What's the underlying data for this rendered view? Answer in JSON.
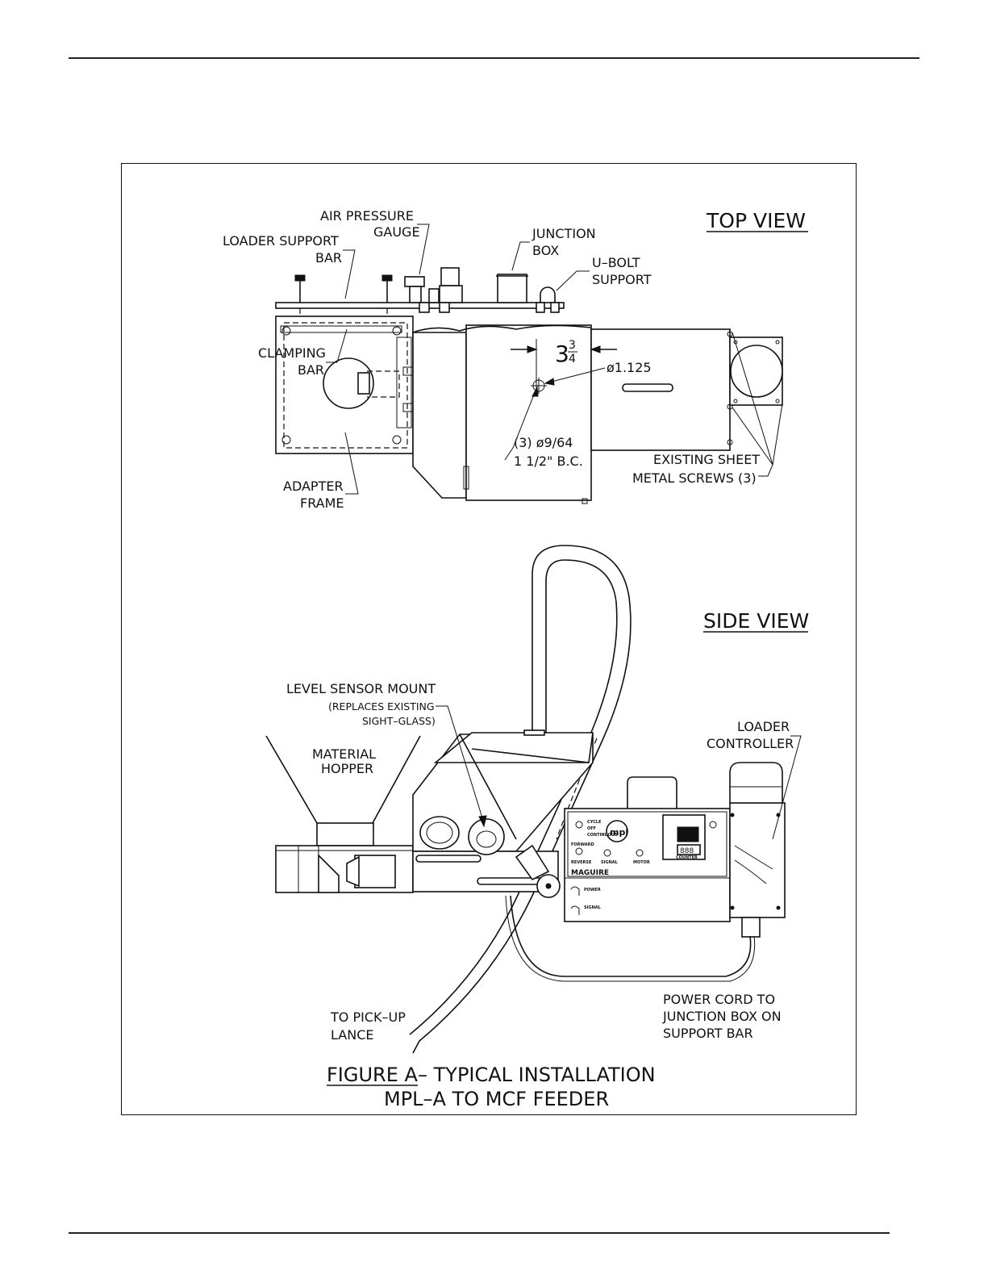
{
  "figure": {
    "caption_line1": "FIGURE A",
    "caption_line1_rest": " – TYPICAL INSTALLATION",
    "caption_line2": "MPL–A TO MCF FEEDER"
  },
  "top_view": {
    "title": "TOP VIEW",
    "labels": {
      "air_pressure_1": "AIR PRESSURE",
      "air_pressure_2": "GAUGE",
      "loader_support_1": "LOADER SUPPORT",
      "loader_support_2": "BAR",
      "junction_1": "JUNCTION",
      "junction_2": "BOX",
      "ubolt_1": "U–BOLT",
      "ubolt_2": "SUPPORT",
      "clamping_1": "CLAMPING",
      "clamping_2": "BAR",
      "adapter_1": "ADAPTER",
      "adapter_2": "FRAME",
      "holes_1": "(3) ø9/64",
      "holes_2": "1 1/2\" B.C.",
      "existing_1": "EXISTING SHEET",
      "existing_2": "METAL SCREWS (3)",
      "diameter": "ø1.125",
      "dim_whole": "3",
      "dim_num": "3",
      "dim_den": "4"
    }
  },
  "side_view": {
    "title": "SIDE VIEW",
    "labels": {
      "level_1": "LEVEL SENSOR MOUNT",
      "level_2": "(REPLACES EXISTING",
      "level_3": "SIGHT–GLASS)",
      "hopper_1": "MATERIAL",
      "hopper_2": "HOPPER",
      "controller_1": "LOADER",
      "controller_2": "CONTROLLER",
      "power_1": "POWER CORD TO",
      "power_2": "JUNCTION BOX ON",
      "power_3": "SUPPORT BAR",
      "pickup_1": "TO PICK–UP",
      "pickup_2": "LANCE"
    },
    "panel": {
      "brand": "MAGUIRE",
      "logo": "mpl",
      "counter_digits": "888",
      "counter_label": "COUNTER",
      "cycle": "CYCLE",
      "off": "OFF",
      "continuous": "CONTINUOUS",
      "forward": "FORWARD",
      "reverse": "REVERSE",
      "signal": "SIGNAL",
      "motor": "MOTOR",
      "power": "POWER"
    }
  }
}
